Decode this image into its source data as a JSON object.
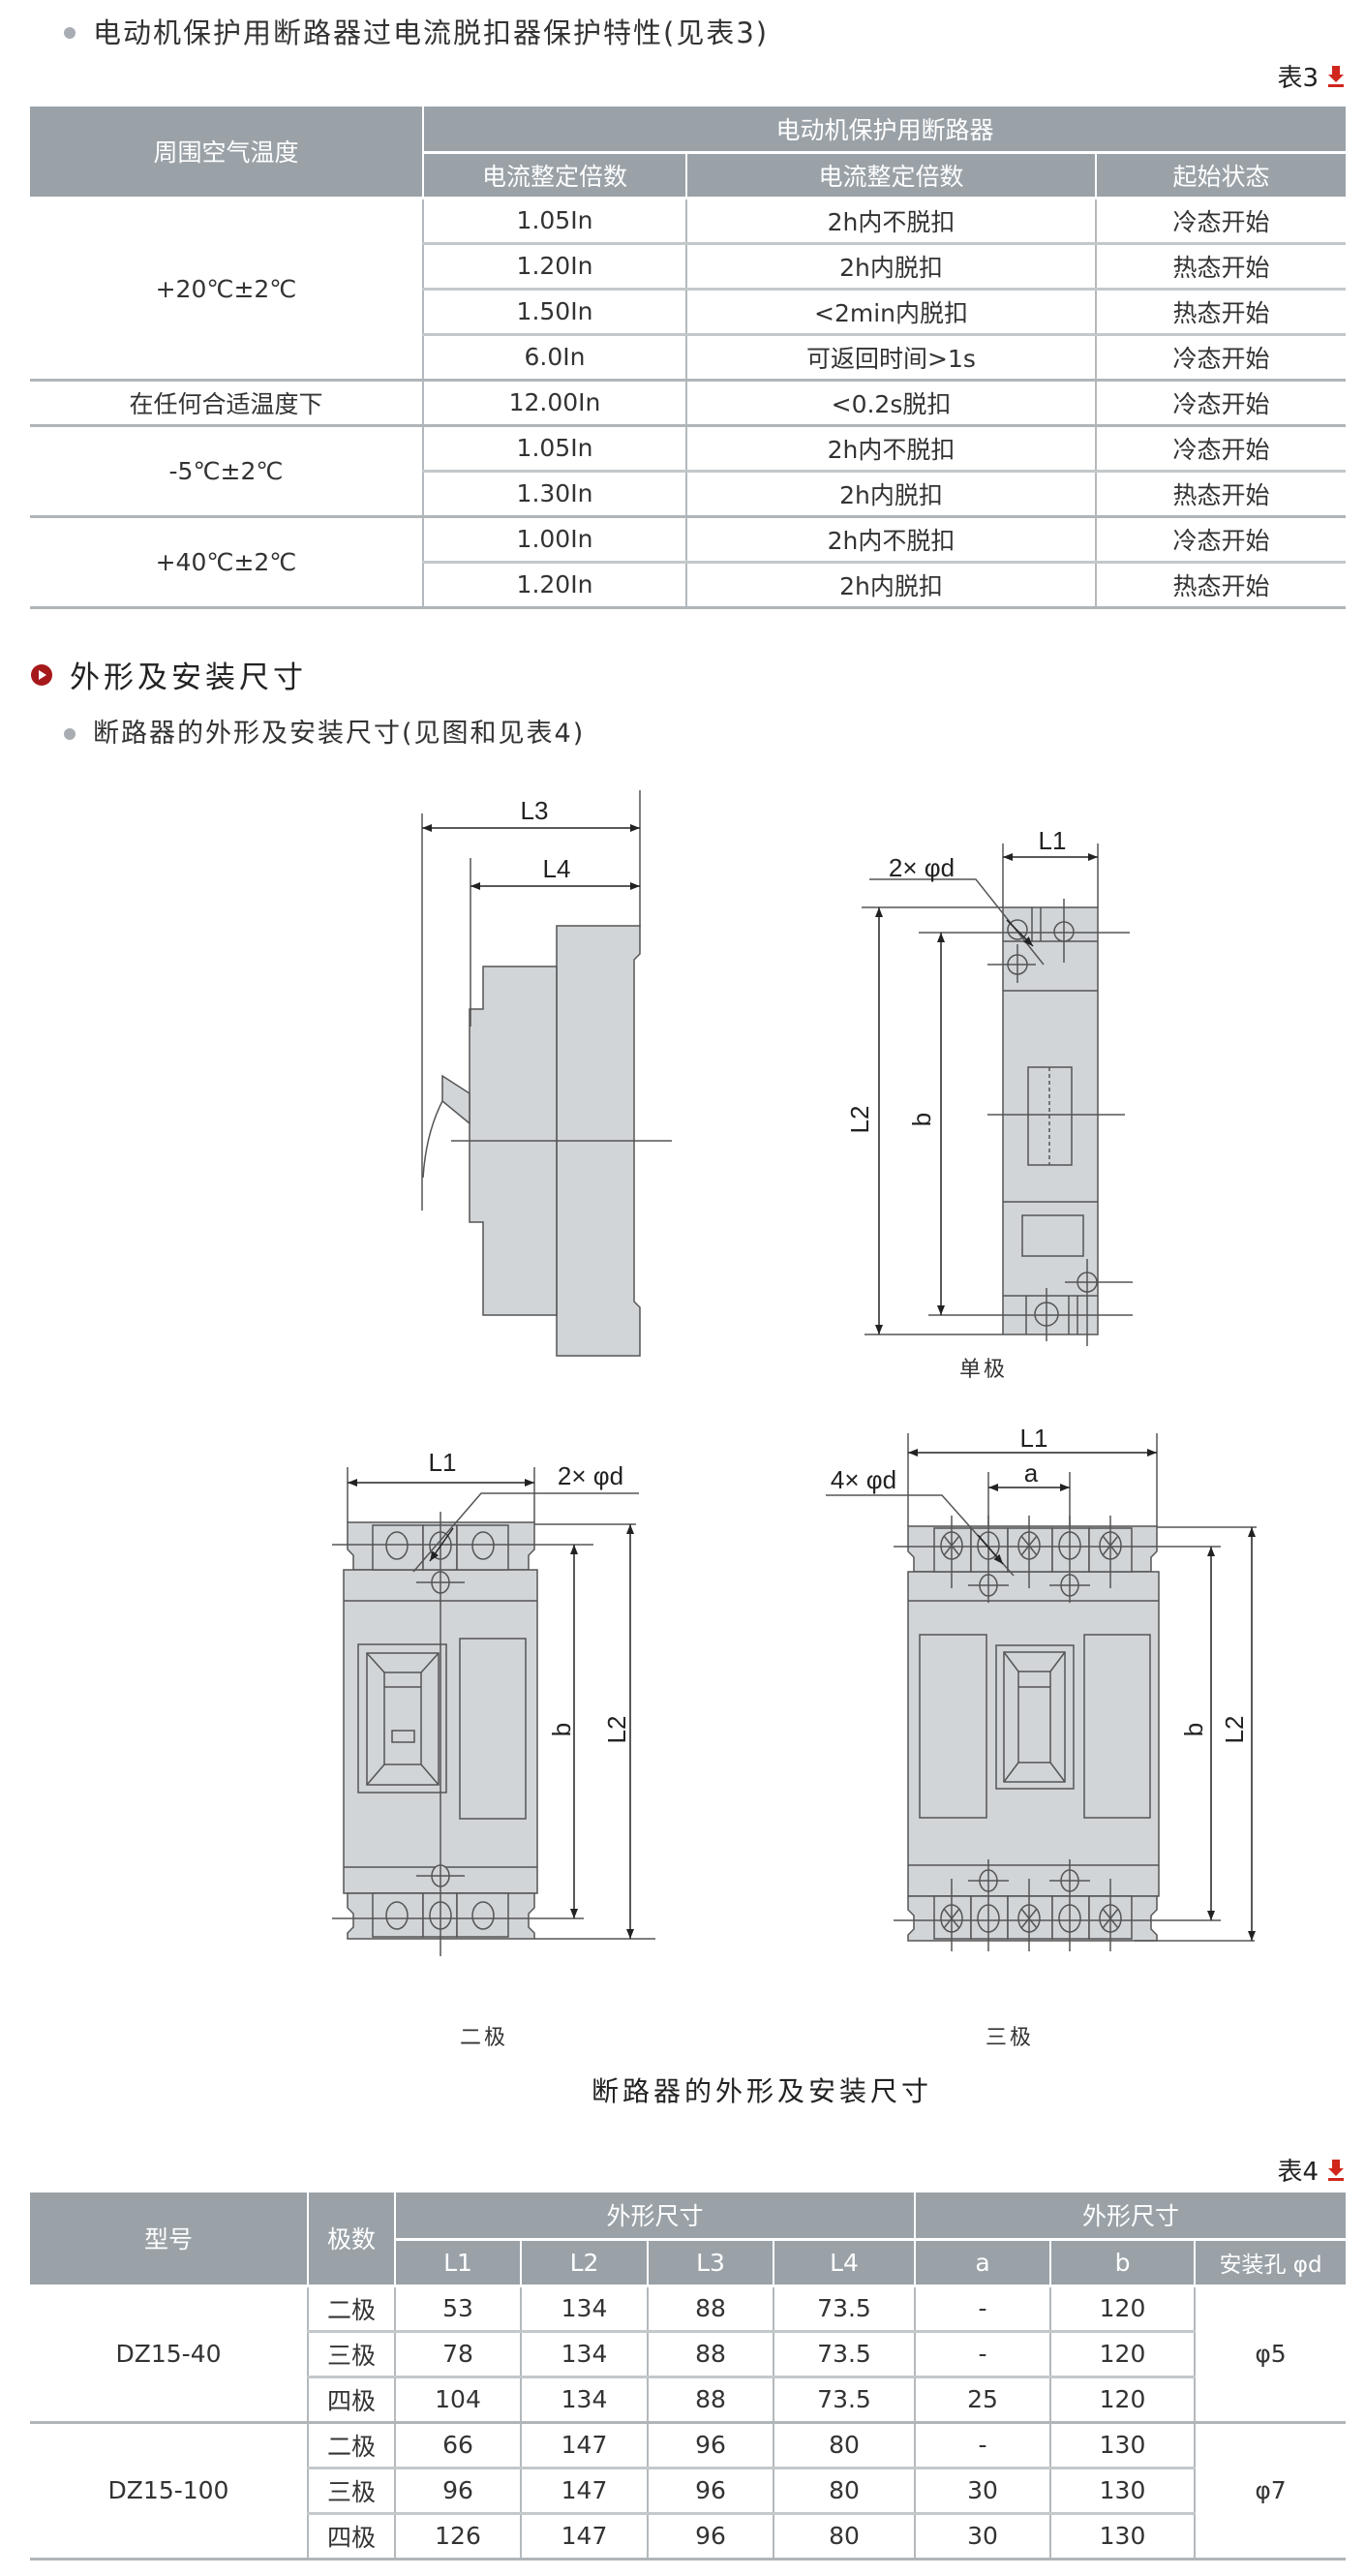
{
  "intro_bullet": "电动机保护用断路器过电流脱扣器保护特性(见表3)",
  "table3": {
    "label": "表3",
    "header": {
      "col0": "周围空气温度",
      "group": "电动机保护用断路器",
      "col1": "电流整定倍数",
      "col2": "电流整定倍数",
      "col3": "起始状态"
    },
    "groups": [
      {
        "temp": "+20℃±2℃",
        "rows": [
          {
            "multiple": "1.05In",
            "result": "2h内不脱扣",
            "state": "冷态开始"
          },
          {
            "multiple": "1.20In",
            "result": "2h内脱扣",
            "state": "热态开始"
          },
          {
            "multiple": "1.50In",
            "result": "<2min内脱扣",
            "state": "热态开始"
          },
          {
            "multiple": "6.0In",
            "result": "可返回时间>1s",
            "state": "冷态开始"
          }
        ]
      },
      {
        "temp": "在任何合适温度下",
        "rows": [
          {
            "multiple": "12.00In",
            "result": "<0.2s脱扣",
            "state": "冷态开始"
          }
        ]
      },
      {
        "temp": "-5℃±2℃",
        "rows": [
          {
            "multiple": "1.05In",
            "result": "2h内不脱扣",
            "state": "冷态开始"
          },
          {
            "multiple": "1.30In",
            "result": "2h内脱扣",
            "state": "热态开始"
          }
        ]
      },
      {
        "temp": "+40℃±2℃",
        "rows": [
          {
            "multiple": "1.00In",
            "result": "2h内不脱扣",
            "state": "冷态开始"
          },
          {
            "multiple": "1.20In",
            "result": "2h内脱扣",
            "state": "热态开始"
          }
        ]
      }
    ]
  },
  "section": {
    "heading": "外形及安装尺寸",
    "bullet": "断路器的外形及安装尺寸(见图和见表4)"
  },
  "figures": {
    "side": {
      "L3": "L3",
      "L4": "L4"
    },
    "single": {
      "L1": "L1",
      "L2": "L2",
      "b": "b",
      "holes": "2× φd",
      "label": "单极"
    },
    "two": {
      "L1": "L1",
      "L2": "L2",
      "b": "b",
      "holes": "2× φd",
      "label": "二极"
    },
    "three": {
      "L1": "L1",
      "L2": "L2",
      "b": "b",
      "a": "a",
      "holes": "4× φd",
      "label": "三极"
    },
    "caption": "断路器的外形及安装尺寸"
  },
  "table4": {
    "label": "表4",
    "header": {
      "model": "型号",
      "poles": "极数",
      "group1": "外形尺寸",
      "group2": "外形尺寸",
      "cols": [
        "L1",
        "L2",
        "L3",
        "L4",
        "a",
        "b",
        "安装孔 φd"
      ]
    },
    "models": [
      {
        "name": "DZ15-40",
        "hole": "φ5",
        "rows": [
          {
            "poles": "二极",
            "L1": "53",
            "L2": "134",
            "L3": "88",
            "L4": "73.5",
            "a": "-",
            "b": "120"
          },
          {
            "poles": "三极",
            "L1": "78",
            "L2": "134",
            "L3": "88",
            "L4": "73.5",
            "a": "-",
            "b": "120"
          },
          {
            "poles": "四极",
            "L1": "104",
            "L2": "134",
            "L3": "88",
            "L4": "73.5",
            "a": "25",
            "b": "120"
          }
        ]
      },
      {
        "name": "DZ15-100",
        "hole": "φ7",
        "rows": [
          {
            "poles": "二极",
            "L1": "66",
            "L2": "147",
            "L3": "96",
            "L4": "80",
            "a": "-",
            "b": "130"
          },
          {
            "poles": "三极",
            "L1": "96",
            "L2": "147",
            "L3": "96",
            "L4": "80",
            "a": "30",
            "b": "130"
          },
          {
            "poles": "四极",
            "L1": "126",
            "L2": "147",
            "L3": "96",
            "L4": "80",
            "a": "30",
            "b": "130"
          }
        ]
      }
    ]
  },
  "colors": {
    "header_bg": "#9aa2a8",
    "accent_red": "#a6191b",
    "body_fill": "#d1d5d8"
  }
}
